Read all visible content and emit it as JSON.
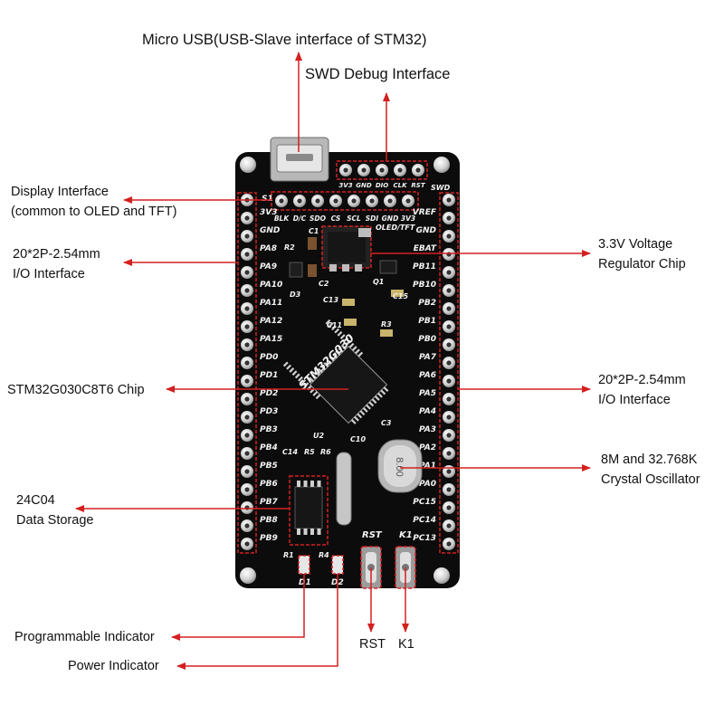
{
  "callouts": {
    "usb": "Micro USB(USB-Slave interface of STM32)",
    "swd": "SWD Debug Interface",
    "display": [
      "Display Interface",
      "(common to OLED and TFT)"
    ],
    "left_io": [
      "20*2P-2.54mm",
      "I/O Interface"
    ],
    "regulator": [
      "3.3V Voltage",
      "Regulator Chip"
    ],
    "chip": "STM32G030C8T6 Chip",
    "right_io": [
      "20*2P-2.54mm",
      "I/O Interface"
    ],
    "crystal": [
      "8M and 32.768K",
      "Crystal Oscillator"
    ],
    "storage": [
      "24C04",
      "Data Storage"
    ],
    "prog_indicator": "Programmable Indicator",
    "power_indicator": "Power Indicator",
    "rst": "RST",
    "k1": "K1"
  },
  "board": {
    "swd_header": {
      "labels": [
        "3V3",
        "GND",
        "DIO",
        "CLK",
        "RST"
      ],
      "tag": "SWD"
    },
    "display_header": {
      "labels": [
        "BLK",
        "D/C",
        "SDO",
        "CS",
        "SCL",
        "SDI",
        "GND",
        "3V3"
      ],
      "tag": "OLED/TFT"
    },
    "left_pins": [
      "3V3",
      "GND",
      "PA8",
      "PA9",
      "PA10",
      "PA11",
      "PA12",
      "PA15",
      "PD0",
      "PD1",
      "PD2",
      "PD3",
      "PB3",
      "PB4",
      "PB5",
      "PB6",
      "PB7",
      "PB8",
      "PB9"
    ],
    "right_pins": [
      "VREF",
      "GND",
      "EBAT",
      "PB11",
      "PB10",
      "PB2",
      "PB1",
      "PB0",
      "PA7",
      "PA6",
      "PA5",
      "PA4",
      "PA3",
      "PA2",
      "PA1",
      "PA0",
      "PC15",
      "PC14",
      "PC13"
    ],
    "chip_mark": "STM32G030",
    "component_labels": {
      "s1": "S1",
      "r2": "R2",
      "c1": "C1",
      "d3": "D3",
      "c2": "C2",
      "c13": "C13",
      "q1": "Q1",
      "c15": "C15",
      "c11": "C11",
      "r3": "R3",
      "u2": "U2",
      "c3": "C3",
      "c10": "C10",
      "c14": "C14",
      "r5": "R5",
      "r6": "R6",
      "r1": "R1",
      "r4": "R4",
      "d1": "D1",
      "d2": "D2",
      "rst_button": "RST",
      "k1_button": "K1",
      "crystal_mark": "8.00"
    }
  },
  "colors": {
    "accent": "#d32020",
    "board": "#0c0c0c",
    "silkscreen": "#f2f2f2",
    "pad": "#d8d8d8"
  }
}
